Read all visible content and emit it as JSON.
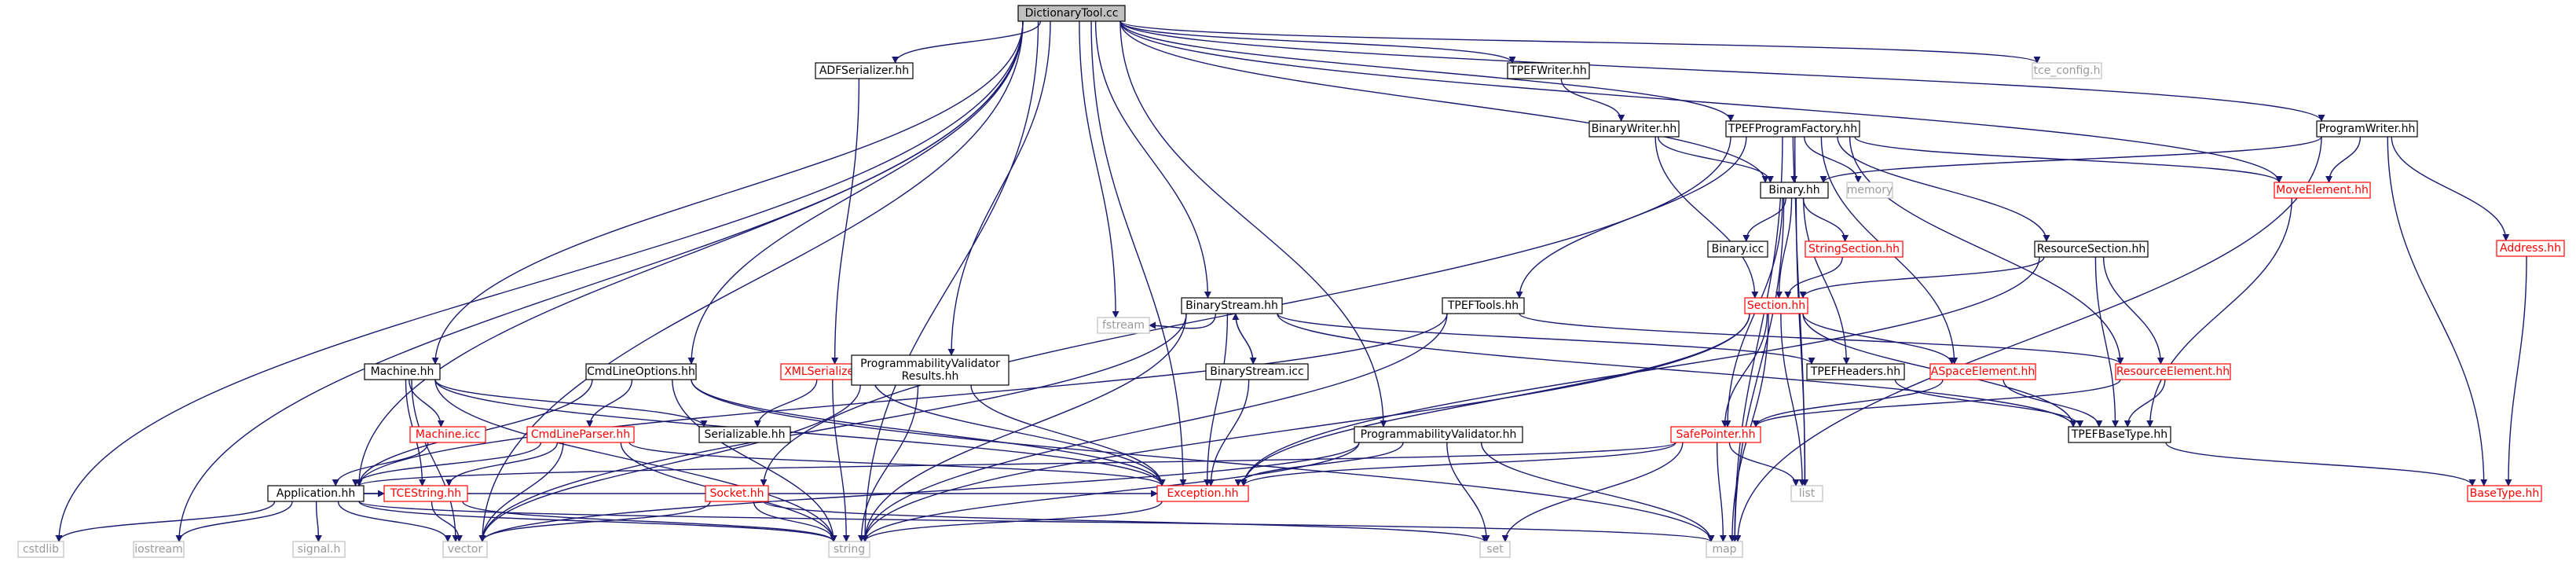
{
  "colors": {
    "edge": "#191970",
    "border_documented": "#000000",
    "border_undocumented": "#ff0000",
    "border_external": "#bfbfbf",
    "text_external": "#9a9a9a",
    "root_fill": "#bfbfbf"
  },
  "nodes": [
    {
      "id": "dictionarytool",
      "label": "DictionaryTool.cc",
      "kind": "root"
    },
    {
      "id": "cstdlib",
      "label": "cstdlib",
      "kind": "external"
    },
    {
      "id": "iostream",
      "label": "iostream",
      "kind": "external"
    },
    {
      "id": "vector",
      "label": "vector",
      "kind": "external"
    },
    {
      "id": "application",
      "label": "Application.hh",
      "kind": "documented"
    },
    {
      "id": "machine",
      "label": "Machine.hh",
      "kind": "documented"
    },
    {
      "id": "string",
      "label": "string",
      "kind": "external"
    },
    {
      "id": "cmdlineoptions",
      "label": "CmdLineOptions.hh",
      "kind": "documented"
    },
    {
      "id": "adfserializer",
      "label": "ADFSerializer.hh",
      "kind": "documented"
    },
    {
      "id": "xmlserializer",
      "label": "XMLSerializer.hh",
      "kind": "undocumented"
    },
    {
      "id": "progvalresults",
      "label": "ProgrammabilityValidator\nResults.hh",
      "kind": "documented"
    },
    {
      "id": "fstream",
      "label": "fstream",
      "kind": "external"
    },
    {
      "id": "binarystream",
      "label": "BinaryStream.hh",
      "kind": "documented"
    },
    {
      "id": "binarystreamicc",
      "label": "BinaryStream.icc",
      "kind": "documented"
    },
    {
      "id": "exception",
      "label": "Exception.hh",
      "kind": "undocumented"
    },
    {
      "id": "progval",
      "label": "ProgrammabilityValidator.hh",
      "kind": "documented"
    },
    {
      "id": "tpefwriter",
      "label": "TPEFWriter.hh",
      "kind": "documented"
    },
    {
      "id": "binarywriter",
      "label": "BinaryWriter.hh",
      "kind": "documented"
    },
    {
      "id": "tpefprogfactory",
      "label": "TPEFProgramFactory.hh",
      "kind": "documented"
    },
    {
      "id": "binary",
      "label": "Binary.hh",
      "kind": "documented"
    },
    {
      "id": "memory",
      "label": "memory",
      "kind": "external"
    },
    {
      "id": "tceconfig",
      "label": "tce_config.h",
      "kind": "external"
    },
    {
      "id": "programwriter",
      "label": "ProgramWriter.hh",
      "kind": "documented"
    },
    {
      "id": "moveelement",
      "label": "MoveElement.hh",
      "kind": "undocumented"
    },
    {
      "id": "addresshh",
      "label": "Address.hh",
      "kind": "undocumented"
    },
    {
      "id": "basetype",
      "label": "BaseType.hh",
      "kind": "undocumented"
    },
    {
      "id": "binaryicc",
      "label": "Binary.icc",
      "kind": "documented"
    },
    {
      "id": "stringsection",
      "label": "StringSection.hh",
      "kind": "undocumented"
    },
    {
      "id": "resourcesection",
      "label": "ResourceSection.hh",
      "kind": "documented"
    },
    {
      "id": "section",
      "label": "Section.hh",
      "kind": "undocumented"
    },
    {
      "id": "tpeftools",
      "label": "TPEFTools.hh",
      "kind": "documented"
    },
    {
      "id": "tpefheaders",
      "label": "TPEFHeaders.hh",
      "kind": "documented"
    },
    {
      "id": "aspaceelement",
      "label": "ASpaceElement.hh",
      "kind": "undocumented"
    },
    {
      "id": "resourceelement",
      "label": "ResourceElement.hh",
      "kind": "undocumented"
    },
    {
      "id": "tpefbasetype",
      "label": "TPEFBaseType.hh",
      "kind": "documented"
    },
    {
      "id": "safepointer",
      "label": "SafePointer.hh",
      "kind": "undocumented"
    },
    {
      "id": "list",
      "label": "list",
      "kind": "external"
    },
    {
      "id": "map",
      "label": "map",
      "kind": "external"
    },
    {
      "id": "set",
      "label": "set",
      "kind": "external"
    },
    {
      "id": "machineicc",
      "label": "Machine.icc",
      "kind": "undocumented"
    },
    {
      "id": "cmdlineparser",
      "label": "CmdLineParser.hh",
      "kind": "undocumented"
    },
    {
      "id": "serializable",
      "label": "Serializable.hh",
      "kind": "documented"
    },
    {
      "id": "tcestring",
      "label": "TCEString.hh",
      "kind": "undocumented"
    },
    {
      "id": "socket",
      "label": "Socket.hh",
      "kind": "undocumented"
    },
    {
      "id": "signal",
      "label": "signal.h",
      "kind": "external"
    }
  ],
  "edges": [
    [
      "dictionarytool",
      "cstdlib"
    ],
    [
      "dictionarytool",
      "iostream"
    ],
    [
      "dictionarytool",
      "vector"
    ],
    [
      "dictionarytool",
      "application"
    ],
    [
      "dictionarytool",
      "machine"
    ],
    [
      "dictionarytool",
      "string"
    ],
    [
      "dictionarytool",
      "cmdlineoptions"
    ],
    [
      "dictionarytool",
      "adfserializer"
    ],
    [
      "dictionarytool",
      "progvalresults"
    ],
    [
      "dictionarytool",
      "fstream"
    ],
    [
      "dictionarytool",
      "binarystream"
    ],
    [
      "dictionarytool",
      "exception"
    ],
    [
      "dictionarytool",
      "progval"
    ],
    [
      "dictionarytool",
      "tpefwriter"
    ],
    [
      "dictionarytool",
      "tpefprogfactory"
    ],
    [
      "dictionarytool",
      "binary"
    ],
    [
      "dictionarytool",
      "tceconfig"
    ],
    [
      "dictionarytool",
      "programwriter"
    ],
    [
      "dictionarytool",
      "moveelement"
    ],
    [
      "adfserializer",
      "xmlserializer"
    ],
    [
      "xmlserializer",
      "serializable"
    ],
    [
      "xmlserializer",
      "string"
    ],
    [
      "xmlserializer",
      "exception"
    ],
    [
      "tpefwriter",
      "binarywriter"
    ],
    [
      "binarywriter",
      "binary"
    ],
    [
      "binarywriter",
      "section"
    ],
    [
      "tpefprogfactory",
      "binary"
    ],
    [
      "tpefprogfactory",
      "memory"
    ],
    [
      "tpefprogfactory",
      "tpeftools"
    ],
    [
      "tpefprogfactory",
      "resourcesection"
    ],
    [
      "tpefprogfactory",
      "moveelement"
    ],
    [
      "tpefprogfactory",
      "resourceelement"
    ],
    [
      "tpefprogfactory",
      "aspaceelement"
    ],
    [
      "tpefprogfactory",
      "socket"
    ],
    [
      "tpefprogfactory",
      "map"
    ],
    [
      "tpefprogfactory",
      "list"
    ],
    [
      "programwriter",
      "binary"
    ],
    [
      "programwriter",
      "moveelement"
    ],
    [
      "programwriter",
      "addresshh"
    ],
    [
      "programwriter",
      "basetype"
    ],
    [
      "programwriter",
      "map"
    ],
    [
      "addresshh",
      "basetype"
    ],
    [
      "moveelement",
      "tpefbasetype"
    ],
    [
      "binary",
      "binaryicc"
    ],
    [
      "binary",
      "stringsection"
    ],
    [
      "binary",
      "section"
    ],
    [
      "binary",
      "tpefheaders"
    ],
    [
      "binary",
      "list"
    ],
    [
      "binary",
      "safepointer"
    ],
    [
      "binary",
      "map"
    ],
    [
      "stringsection",
      "section"
    ],
    [
      "resourcesection",
      "section"
    ],
    [
      "resourcesection",
      "resourceelement"
    ],
    [
      "resourcesection",
      "tpefbasetype"
    ],
    [
      "resourcesection",
      "exception"
    ],
    [
      "section",
      "aspaceelement"
    ],
    [
      "section",
      "exception"
    ],
    [
      "section",
      "tpefbasetype"
    ],
    [
      "section",
      "list"
    ],
    [
      "section",
      "map"
    ],
    [
      "section",
      "safepointer"
    ],
    [
      "section",
      "string"
    ],
    [
      "tpeftools",
      "string"
    ],
    [
      "tpeftools",
      "resourceelement"
    ],
    [
      "tpeftools",
      "application"
    ],
    [
      "binarystream",
      "fstream"
    ],
    [
      "binarystream",
      "string"
    ],
    [
      "binarystream",
      "exception"
    ],
    [
      "binarystream",
      "binarystreamicc"
    ],
    [
      "binarystream",
      "tpefbasetype"
    ],
    [
      "binarystream",
      "tpefheaders"
    ],
    [
      "binarystream",
      "vector"
    ],
    [
      "binarystreamicc",
      "exception"
    ],
    [
      "binarystreamicc",
      "binarystream"
    ],
    [
      "tpefheaders",
      "tpefbasetype"
    ],
    [
      "aspaceelement",
      "safepointer"
    ],
    [
      "aspaceelement",
      "tpefbasetype"
    ],
    [
      "resourceelement",
      "tpefbasetype"
    ],
    [
      "resourceelement",
      "safepointer"
    ],
    [
      "tpefbasetype",
      "basetype"
    ],
    [
      "safepointer",
      "exception"
    ],
    [
      "safepointer",
      "map"
    ],
    [
      "safepointer",
      "set"
    ],
    [
      "safepointer",
      "list"
    ],
    [
      "safepointer",
      "application"
    ],
    [
      "progvalresults",
      "vector"
    ],
    [
      "progvalresults",
      "string"
    ],
    [
      "progvalresults",
      "exception"
    ],
    [
      "progval",
      "exception"
    ],
    [
      "progval",
      "string"
    ],
    [
      "progval",
      "set"
    ],
    [
      "progval",
      "map"
    ],
    [
      "progval",
      "vector"
    ],
    [
      "machine",
      "machineicc"
    ],
    [
      "machine",
      "vector"
    ],
    [
      "machine",
      "string"
    ],
    [
      "machine",
      "serializable"
    ],
    [
      "machine",
      "exception"
    ],
    [
      "machine",
      "tcestring"
    ],
    [
      "machineicc",
      "application"
    ],
    [
      "cmdlineoptions",
      "cmdlineparser"
    ],
    [
      "cmdlineoptions",
      "string"
    ],
    [
      "cmdlineoptions",
      "exception"
    ],
    [
      "cmdlineoptions",
      "map"
    ],
    [
      "cmdlineoptions",
      "application"
    ],
    [
      "cmdlineparser",
      "application"
    ],
    [
      "cmdlineparser",
      "string"
    ],
    [
      "cmdlineparser",
      "vector"
    ],
    [
      "cmdlineparser",
      "exception"
    ],
    [
      "cmdlineparser",
      "tcestring"
    ],
    [
      "application",
      "cstdlib"
    ],
    [
      "application",
      "iostream"
    ],
    [
      "application",
      "vector"
    ],
    [
      "application",
      "string"
    ],
    [
      "application",
      "map"
    ],
    [
      "application",
      "signal"
    ],
    [
      "application",
      "exception"
    ],
    [
      "application",
      "tcestring"
    ],
    [
      "tcestring",
      "string"
    ],
    [
      "tcestring",
      "vector"
    ],
    [
      "socket",
      "string"
    ],
    [
      "socket",
      "vector"
    ],
    [
      "socket",
      "set"
    ],
    [
      "exception",
      "string"
    ]
  ]
}
